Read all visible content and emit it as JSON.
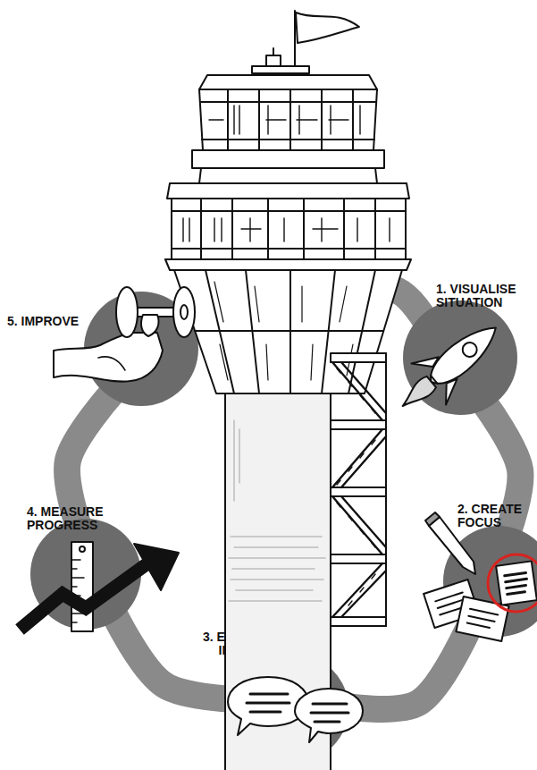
{
  "diagram": {
    "nodes": [
      {
        "text": [
          "1. VISUALISE SITUATION"
        ]
      },
      {
        "text": [
          "2. CREATE FOCUS"
        ]
      },
      {
        "text": [
          "3. ESTABLISH AGILE INTERACTIONS"
        ]
      },
      {
        "text": [
          "4. MEASURE PROGRESS"
        ]
      },
      {
        "text": [
          "5. IMPROVE"
        ]
      }
    ],
    "edges": [
      {
        "from": 0,
        "to": 1,
        "arrow": "none"
      },
      {
        "from": 1,
        "to": 2,
        "arrow": "none"
      },
      {
        "from": 2,
        "to": 3,
        "arrow": "none"
      },
      {
        "from": 3,
        "to": 4,
        "arrow": "none"
      },
      {
        "from": 4,
        "to": 0,
        "arrow": "none"
      }
    ]
  }
}
